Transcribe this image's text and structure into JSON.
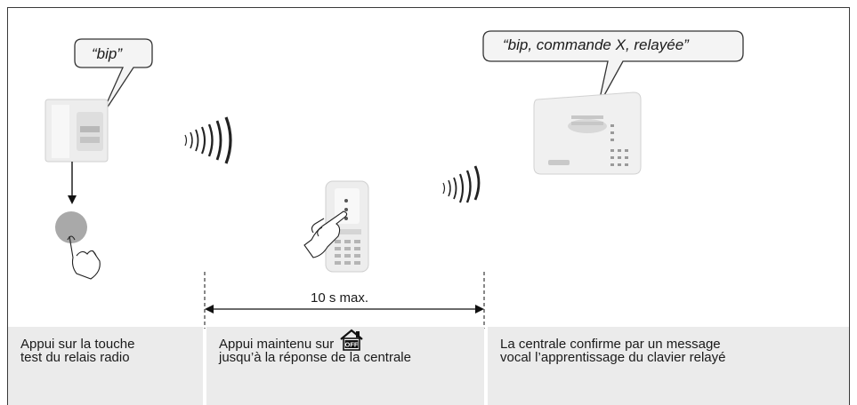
{
  "bubbles": {
    "left": "“bip”",
    "right": "“bip, commande X, relayée”"
  },
  "duration_label": "10 s max.",
  "steps": [
    {
      "text": "Appui sur la touche\ntest du relais radio"
    },
    {
      "text": "Appui maintenu sur\njusqu’à la réponse de la centrale",
      "inline_icon": "house-off-key-icon"
    },
    {
      "text": "La centrale confirme par un message\nvocal l’apprentissage du clavier relayé"
    }
  ],
  "icons": [
    "relay-module-icon",
    "test-button-icon",
    "pointing-hand-icon",
    "radio-waves-icon",
    "keypad-icon",
    "control-unit-icon",
    "house-off-key-icon"
  ],
  "colors": {
    "panel_bg": "#ebebeb",
    "border": "#3a3a3a",
    "device": "#f2f2f2"
  }
}
